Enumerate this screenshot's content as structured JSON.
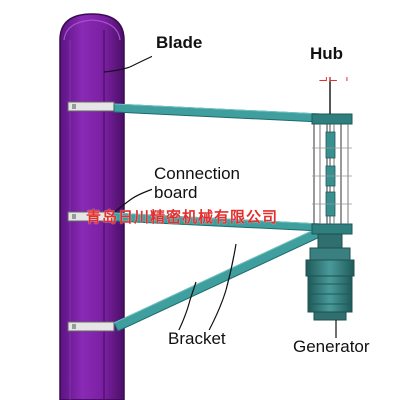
{
  "labels": {
    "blade": "Blade",
    "hub": "Hub",
    "connection_board": "Connection board",
    "bracket": "Bracket",
    "generator": "Generator"
  },
  "watermark": {
    "text": "青岛日川精密机械有限公司",
    "color": "#e23030"
  },
  "colors": {
    "blade": "#7a1fa0",
    "blade_dark": "#4a0f66",
    "blade_light": "#9b3fc0",
    "arm": "#3a9a9a",
    "arm_dark": "#1f6a6a",
    "generator": "#3a7f7f",
    "plate": "#d9d9d9",
    "background": "#ffffff"
  }
}
